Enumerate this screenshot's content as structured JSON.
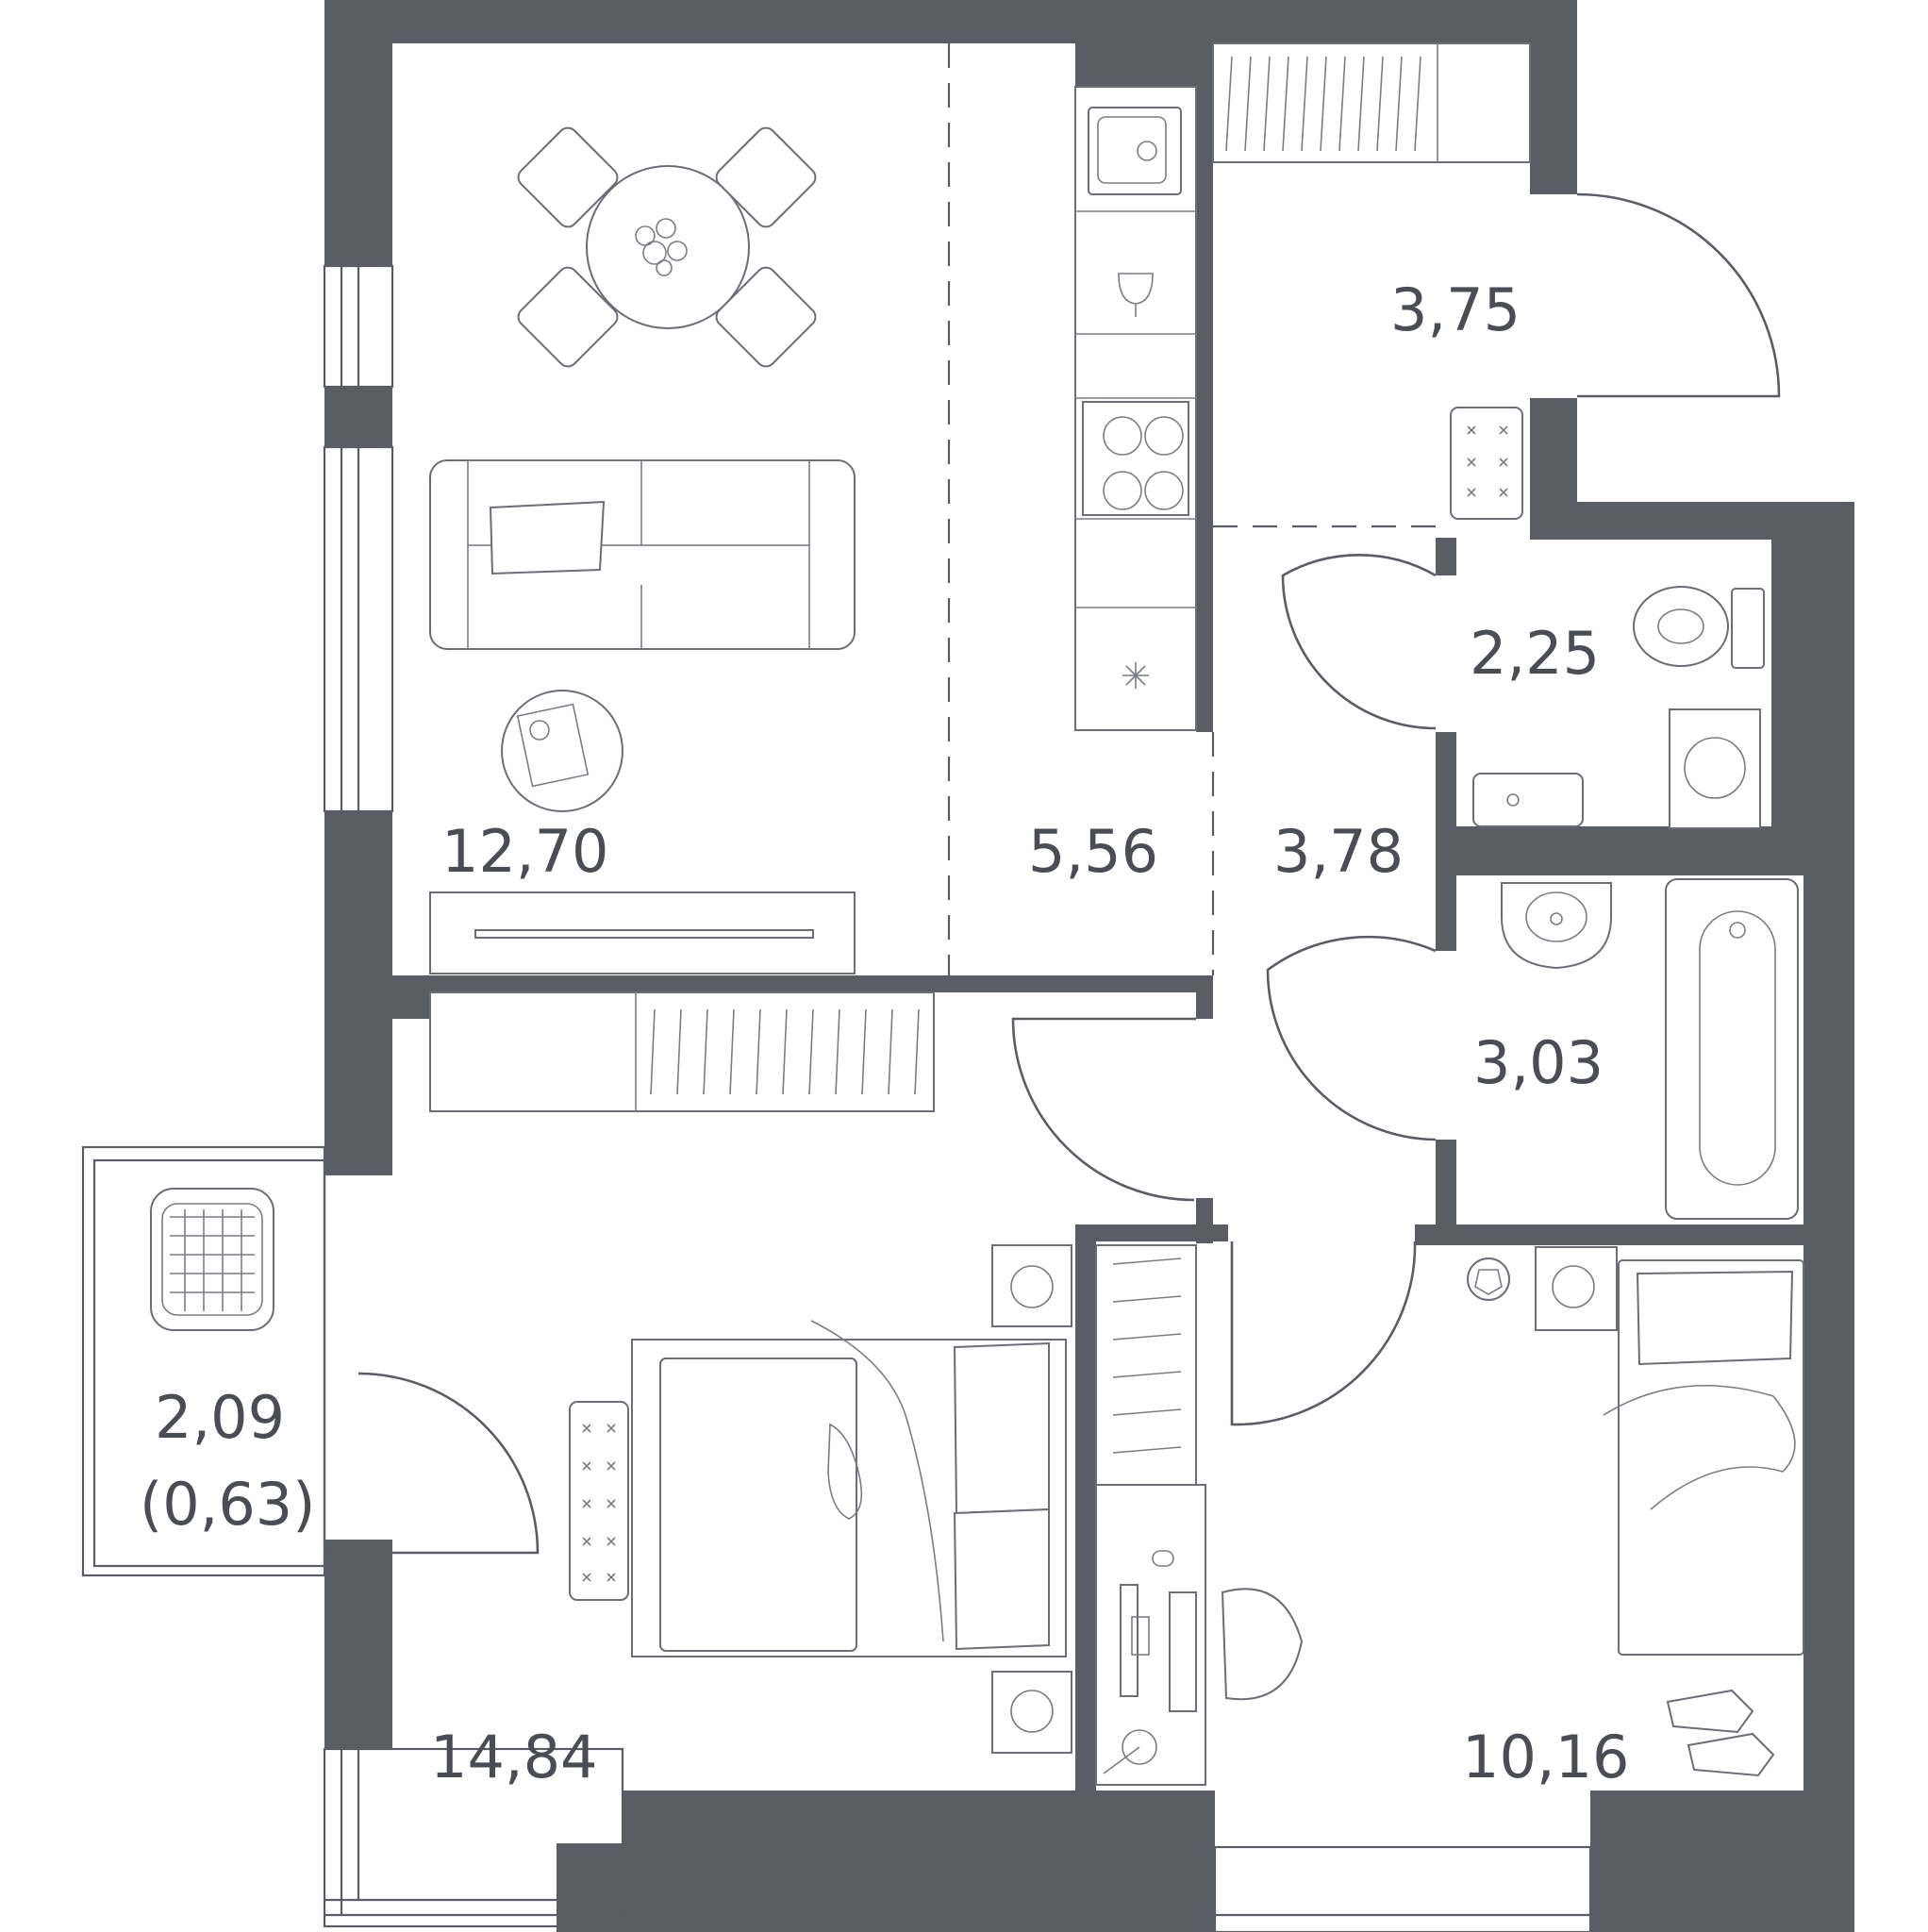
{
  "rooms": [
    {
      "id": "living",
      "area": "12,70"
    },
    {
      "id": "kitchen",
      "area": "5,56"
    },
    {
      "id": "hall",
      "area": "3,78"
    },
    {
      "id": "entry",
      "area": "3,75"
    },
    {
      "id": "wc",
      "area": "2,25"
    },
    {
      "id": "bathroom",
      "area": "3,03"
    },
    {
      "id": "bedroom",
      "area": "14,84"
    },
    {
      "id": "kids-room",
      "area": "10,16"
    },
    {
      "id": "balcony",
      "area": "2,09",
      "secondary": "(0,63)"
    }
  ],
  "colors": {
    "wall": "#5a5d63",
    "line": "#6b6e74",
    "background": "#ffffff",
    "text": "#4a4d53"
  }
}
